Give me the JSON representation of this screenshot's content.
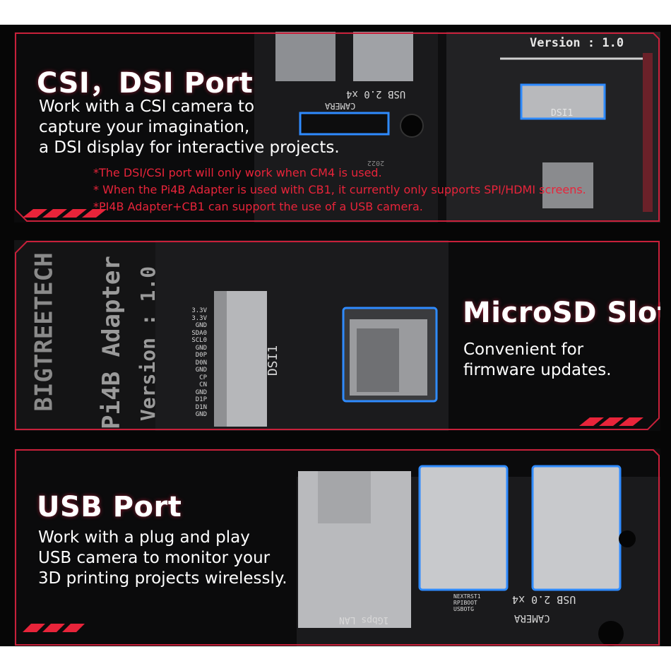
{
  "panels": [
    {
      "title": "CSI，DSI Port",
      "body": [
        "Work with a CSI camera to",
        "capture your imagination,",
        "a DSI display for interactive projects."
      ],
      "notes": [
        "*The DSI/CSI port will only work when CM4 is used.",
        "* When the Pi4B Adapter is used with CB1, it currently only supports SPI/HDMI screens.",
        "*PI4B Adapter+CB1 can support the use of a USB camera."
      ],
      "board_labels": {
        "version": "Version : 1.0",
        "dsi": "DSI1",
        "usb": "USB 2.0 x4",
        "camera": "CAMERA",
        "year": "2022"
      }
    },
    {
      "title": "MicroSD Slot",
      "body": [
        "Convenient for",
        "firmware updates."
      ],
      "board_labels": {
        "brand": "BIGTREETECH",
        "adapter": "Pi4B Adapter",
        "version": "Version : 1.0",
        "dsi": "DSI1",
        "pins": [
          "3.3V",
          "3.3V",
          "GND",
          "SDA0",
          "SCL0",
          "GND",
          "D0P",
          "D0N",
          "GND",
          "CP",
          "CN",
          "GND",
          "D1P",
          "D1N",
          "GND"
        ]
      }
    },
    {
      "title": "USB Port",
      "body": [
        "Work with a plug and play",
        "USB camera to monitor your",
        "3D printing projects wirelessly."
      ],
      "board_labels": {
        "lan": "1Gbps LAN",
        "usb": "USB 2.0 x4",
        "camera": "CAMERA",
        "switches": [
          "NEXTRST1",
          "RPIBOOT",
          "USBOTG"
        ]
      }
    }
  ],
  "colors": {
    "accent": "#e8243a",
    "frame": "#c8203a",
    "glow": "#2f8bff",
    "text": "#ffffff"
  }
}
